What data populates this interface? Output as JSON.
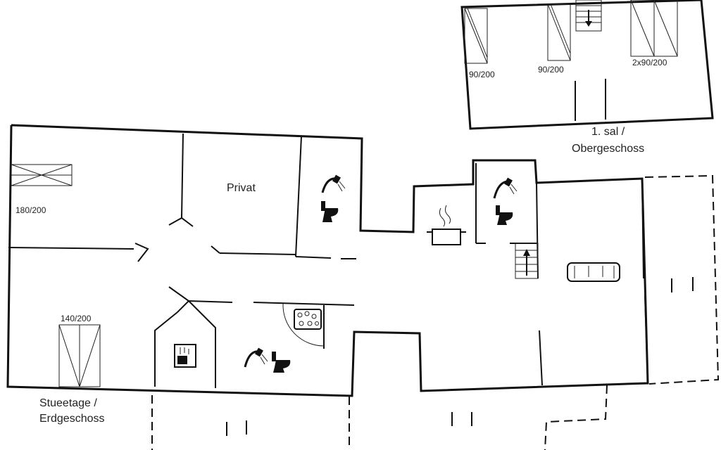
{
  "upper_floor": {
    "label_line1": "1. sal /",
    "label_line2": "Obergeschoss",
    "beds": [
      "90/200",
      "90/200",
      "2x90/200"
    ]
  },
  "ground_floor": {
    "label_line1": "Stueetage /",
    "label_line2": "Erdgeschoss",
    "room_private": "Privat",
    "beds": [
      "180/200",
      "140/200"
    ]
  },
  "icons": {
    "shower": "shower-icon",
    "toilet": "toilet-icon",
    "cooking_pot": "cooking-pot-icon",
    "sofa": "sofa-icon",
    "stairs": "stairs-icon",
    "hob": "hob-icon",
    "washing_machine": "washing-machine-icon"
  }
}
